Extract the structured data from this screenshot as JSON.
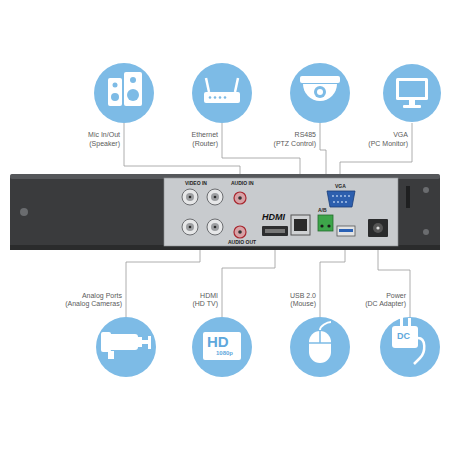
{
  "diagram": {
    "nodes": [
      {
        "text": [
          "Mic In/Out",
          "(Speaker)"
        ]
      },
      {
        "text": [
          "Ethernet",
          "(Router)"
        ]
      },
      {
        "text": [
          "RS485",
          "(PTZ Control)"
        ]
      },
      {
        "text": [
          "VGA",
          "(PC Monitor)"
        ]
      },
      {
        "text": [
          "Analog Ports",
          "(Analog Cameras)"
        ]
      },
      {
        "text": [
          "HDMI",
          "(HD TV)"
        ]
      },
      {
        "text": [
          "USB 2.0",
          "(Mouse)"
        ]
      },
      {
        "text": [
          "Power",
          "(DC Adapter)"
        ]
      }
    ],
    "labels": [
      "VIDEO IN",
      "AUDIO IN",
      "AUDIO OUT",
      "HDMI",
      "VGA",
      "A/B",
      "HD",
      "1080p",
      "DC"
    ]
  }
}
